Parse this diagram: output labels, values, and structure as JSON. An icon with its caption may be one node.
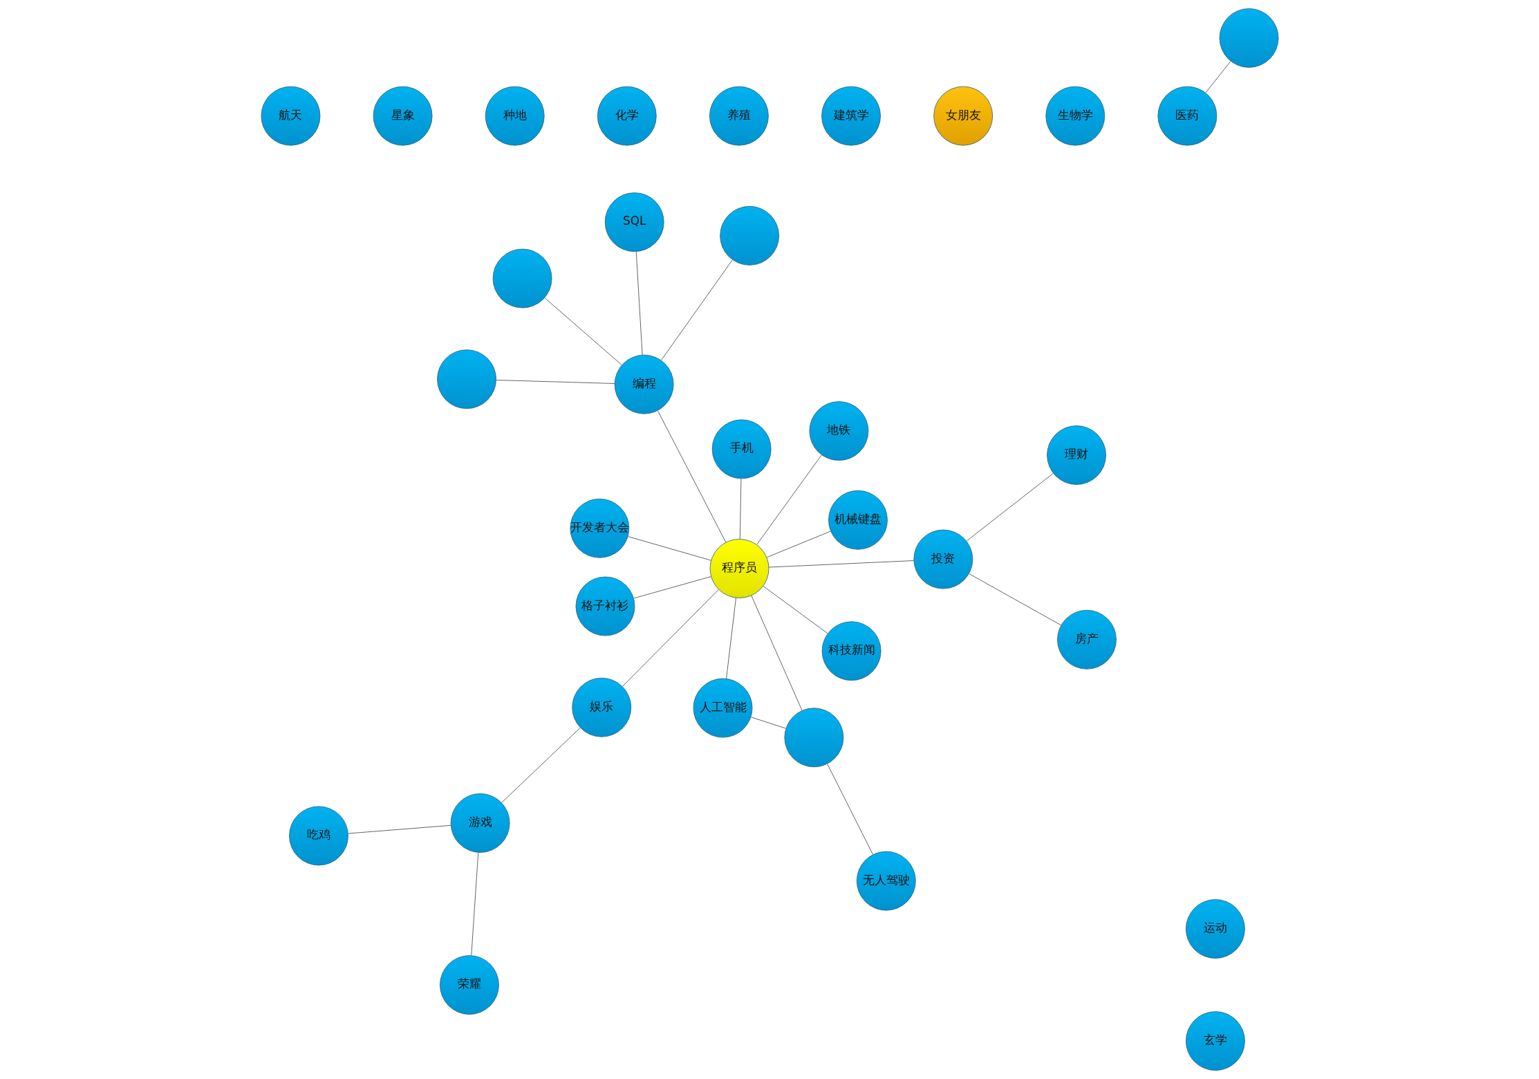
{
  "diagram": {
    "nodes": [
      {
        "text": [
          "生物学"
        ]
      },
      {
        "text": [
          "女朋友"
        ]
      },
      {
        "text": [
          "建筑学"
        ]
      },
      {
        "text": [
          "理财"
        ]
      },
      {
        "text": [
          "地铁"
        ]
      },
      {
        "text": [
          "投资"
        ]
      },
      {
        "text": [
          "SQL"
        ]
      },
      {
        "text": [
          "房产"
        ]
      },
      {
        "text": [
          "手机"
        ]
      },
      {
        "text": [
          "养殖"
        ]
      },
      {
        "text": [
          "编程"
        ]
      },
      {
        "text": [],
        "shape": "circle"
      },
      {
        "text": [
          "化学"
        ]
      },
      {
        "text": [
          "机械键盘"
        ]
      },
      {
        "text": [
          "程序员"
        ]
      },
      {
        "text": [
          "科技新闻"
        ]
      },
      {
        "text": [
          "种地"
        ]
      },
      {
        "text": [
          "娱乐"
        ]
      },
      {
        "text": [
          "星象"
        ]
      },
      {
        "text": [],
        "shape": "circle"
      },
      {
        "text": [
          "格子衬衫"
        ]
      },
      {
        "text": [
          "开发者大会"
        ]
      },
      {
        "text": [
          "人工智能"
        ]
      },
      {
        "text": [
          "游戏"
        ]
      },
      {
        "text": [],
        "shape": "circle"
      },
      {
        "text": [
          "航天"
        ]
      },
      {
        "text": [],
        "shape": "circle"
      },
      {
        "text": [],
        "shape": "circle"
      },
      {
        "text": [
          "荣耀"
        ]
      },
      {
        "text": [
          "吃鸡"
        ]
      },
      {
        "text": [
          "无人驾驶"
        ]
      },
      {
        "text": [
          "玄学"
        ]
      },
      {
        "text": [
          "运动"
        ]
      },
      {
        "text": [
          "医药"
        ]
      }
    ],
    "edges": [
      {
        "from": 14,
        "to": 10,
        "arrow": "none"
      },
      {
        "from": 14,
        "to": 4,
        "arrow": "none"
      },
      {
        "from": 14,
        "to": 8,
        "arrow": "none"
      },
      {
        "from": 14,
        "to": 5,
        "arrow": "none"
      },
      {
        "from": 5,
        "to": 3,
        "arrow": "none"
      },
      {
        "from": 5,
        "to": 7,
        "arrow": "none"
      },
      {
        "from": 10,
        "to": 6,
        "arrow": "none"
      },
      {
        "from": 10,
        "to": 11,
        "arrow": "none"
      },
      {
        "from": 10,
        "to": 19,
        "arrow": "none"
      },
      {
        "from": 10,
        "to": 24,
        "arrow": "none"
      },
      {
        "from": 14,
        "to": 15,
        "arrow": "none"
      },
      {
        "from": 14,
        "to": 17,
        "arrow": "none"
      },
      {
        "from": 17,
        "to": 23,
        "arrow": "none"
      },
      {
        "from": 23,
        "to": 29,
        "arrow": "none"
      },
      {
        "from": 23,
        "to": 28,
        "arrow": "none"
      },
      {
        "from": 14,
        "to": 20,
        "arrow": "none"
      },
      {
        "from": 14,
        "to": 21,
        "arrow": "none"
      },
      {
        "from": 14,
        "to": 13,
        "arrow": "none"
      },
      {
        "from": 14,
        "to": 26,
        "arrow": "none"
      },
      {
        "from": 14,
        "to": 22,
        "arrow": "none"
      },
      {
        "from": 22,
        "to": 26,
        "arrow": "none"
      },
      {
        "from": 26,
        "to": 30,
        "arrow": "none"
      },
      {
        "from": 27,
        "to": 33,
        "arrow": "none"
      }
    ]
  }
}
